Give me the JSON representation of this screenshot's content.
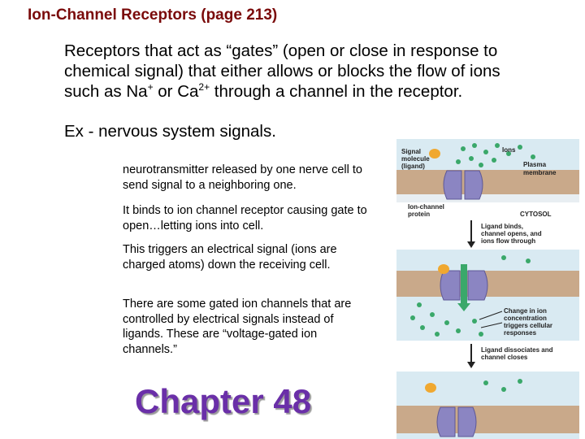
{
  "slide": {
    "title": "Ion-Channel Receptors (page 213)",
    "intro": {
      "line1": "Receptors that act as “gates” (open or close in response to",
      "line2": "chemical signal) that either allows or blocks the flow of ions",
      "line3_a": "such as Na",
      "na_sup": "+",
      "line3_b": " or Ca",
      "ca_sup": "2+",
      "line3_c": " through a channel in the receptor."
    },
    "example": "Ex - nervous system signals.",
    "paragraphs": [
      "neurotransmitter released by one nerve cell to send signal to a neighboring one.",
      "It binds to ion channel receptor causing gate to open…letting ions into cell.",
      "This triggers an electrical signal (ions are charged atoms) down the receiving cell.",
      "There are some gated ion channels that are controlled by electrical signals instead of ligands. These are “voltage-gated ion channels.”"
    ],
    "chapter": "Chapter 48"
  },
  "figure": {
    "labels": {
      "signal_molecule": [
        "Signal",
        "molecule",
        "(ligand)"
      ],
      "ions": "Ions",
      "plasma_membrane": [
        "Plasma",
        "membrane"
      ],
      "ion_channel_protein": [
        "Ion-channel",
        "protein"
      ],
      "cytosol": "CYTOSOL",
      "step1": [
        "Ligand binds,",
        "channel opens, and",
        "ions flow through"
      ],
      "step2": [
        "Change in ion",
        "concentration",
        "triggers cellular",
        "responses"
      ],
      "step3": [
        "Ligand dissociates and",
        "channel closes"
      ]
    },
    "colors": {
      "panel_bg": "#d9eaf2",
      "membrane": "#c9a98a",
      "protein": "#8b85c2",
      "ligand": "#f0a830",
      "ion": "#3aa86a"
    }
  }
}
